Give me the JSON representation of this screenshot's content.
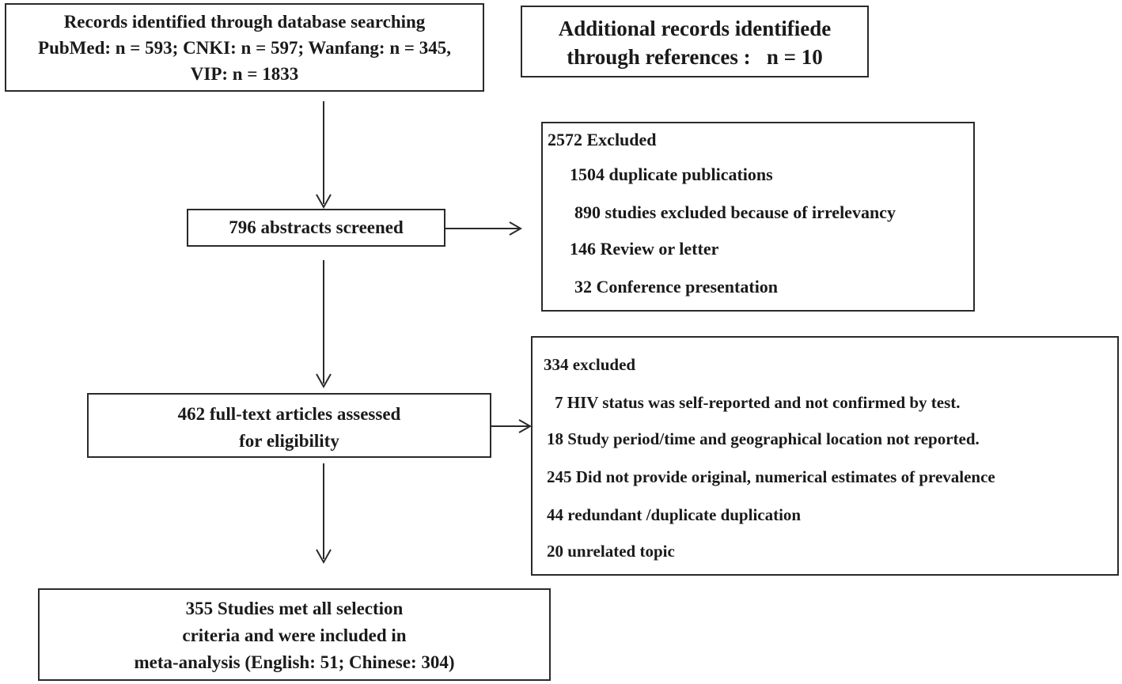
{
  "boxes": {
    "records": {
      "lines": [
        "Records identified through database searching",
        "PubMed: n = 593; CNKI: n = 597; Wanfang: n = 345,",
        "VIP: n = 1833"
      ]
    },
    "additional": {
      "lines": [
        "Additional records identifiede",
        "through references :   n = 10"
      ]
    },
    "screened": {
      "lines": [
        "796 abstracts screened"
      ]
    },
    "excluded1": {
      "title": "2572 Excluded",
      "items": [
        "1504  duplicate publications",
        "890 studies excluded because of irrelevancy",
        "146  Review or letter",
        "32   Conference presentation"
      ]
    },
    "fulltext": {
      "lines": [
        "462 full-text articles assessed",
        "for eligibility"
      ]
    },
    "excluded2": {
      "title": "334 excluded",
      "items": [
        "7  HIV status was self-reported and not confirmed by test.",
        "18 Study period/time and geographical location  not reported.",
        "245  Did not provide original, numerical   estimates of prevalence",
        "44  redundant /duplicate duplication",
        "20     unrelated topic"
      ]
    },
    "included": {
      "lines": [
        "355 Studies met all selection",
        "criteria and were included in",
        "meta-analysis (English: 51; Chinese: 304)"
      ]
    }
  }
}
